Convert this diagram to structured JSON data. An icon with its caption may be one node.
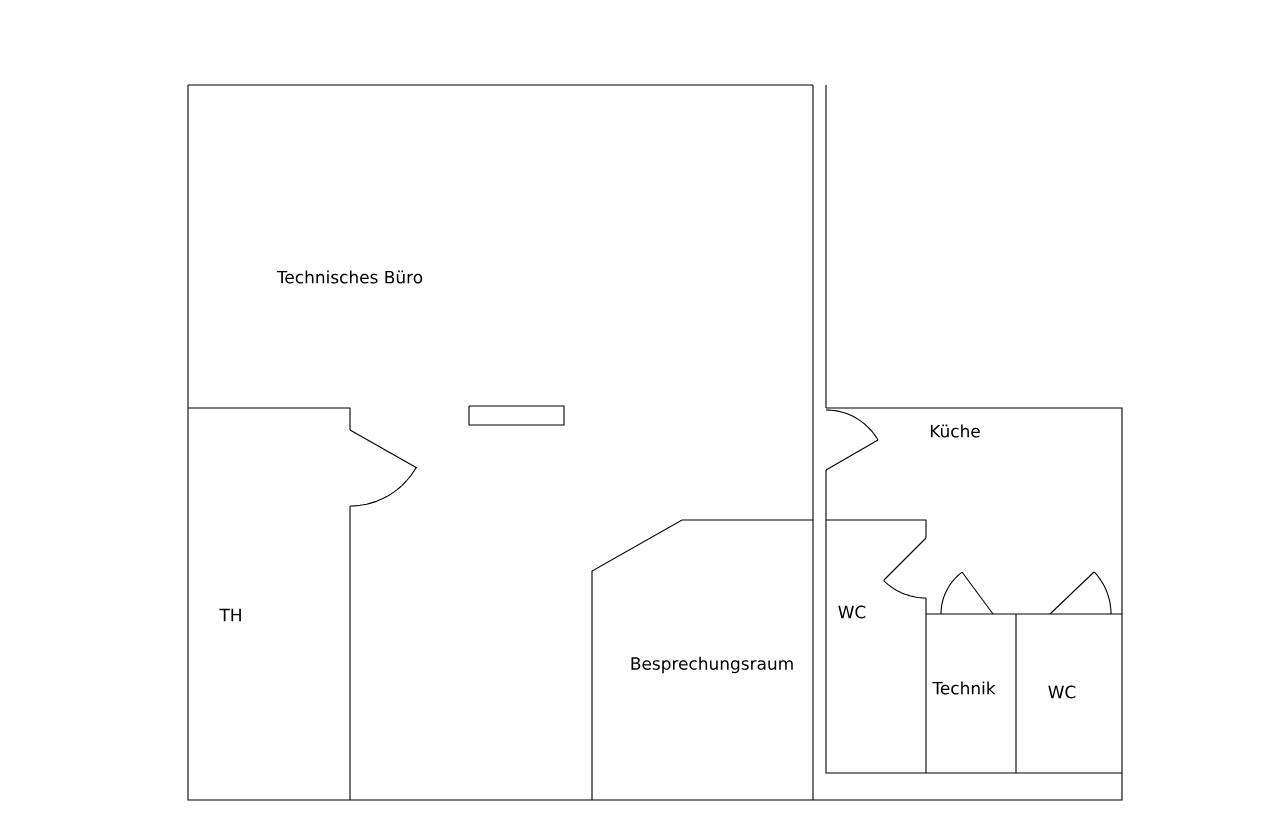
{
  "diagram": {
    "nodes": [
      {
        "text": [
          "Technisches Büro"
        ]
      },
      {
        "text": [
          "Küche"
        ]
      },
      {
        "text": [
          "TH"
        ]
      },
      {
        "text": [
          "WC"
        ]
      },
      {
        "text": [
          "Besprechungsraum"
        ]
      },
      {
        "text": [
          "Technik"
        ]
      },
      {
        "text": [
          "WC"
        ]
      }
    ]
  }
}
